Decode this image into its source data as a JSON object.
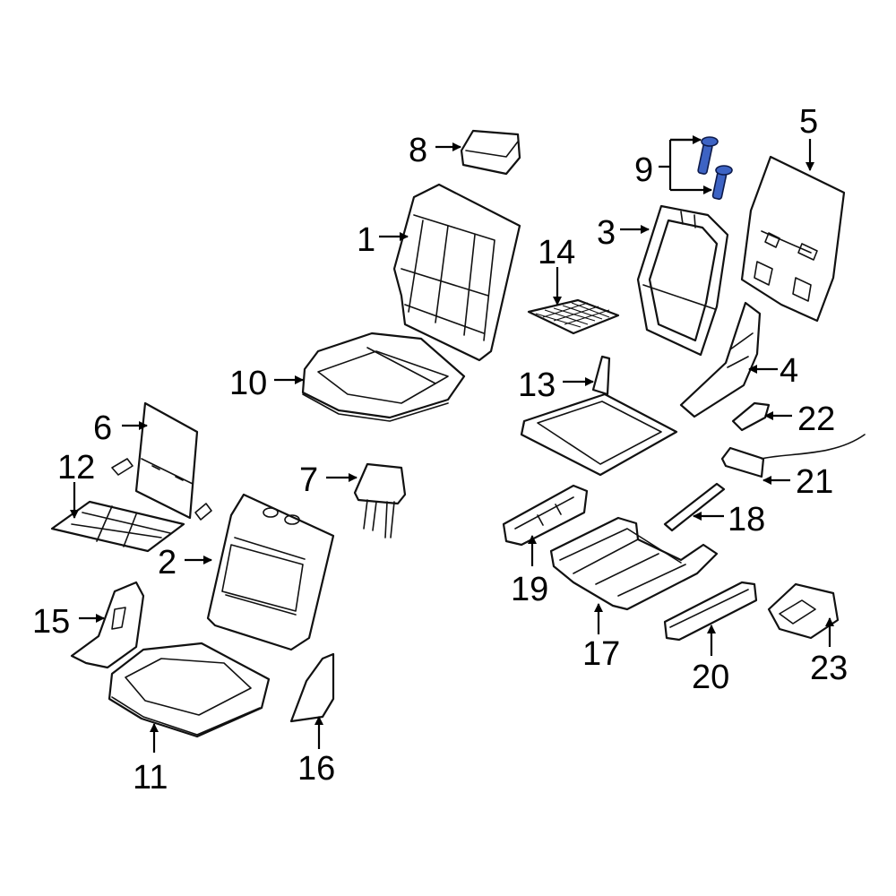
{
  "highlight_color": "#3d63c4",
  "callouts": {
    "p1": "1",
    "p2": "2",
    "p3": "3",
    "p4": "4",
    "p5": "5",
    "p6": "6",
    "p7": "7",
    "p8": "8",
    "p9": "9",
    "p10": "10",
    "p11": "11",
    "p12": "12",
    "p13": "13",
    "p14": "14",
    "p15": "15",
    "p16": "16",
    "p17": "17",
    "p18": "18",
    "p19": "19",
    "p20": "20",
    "p21": "21",
    "p22": "22",
    "p23": "23"
  }
}
